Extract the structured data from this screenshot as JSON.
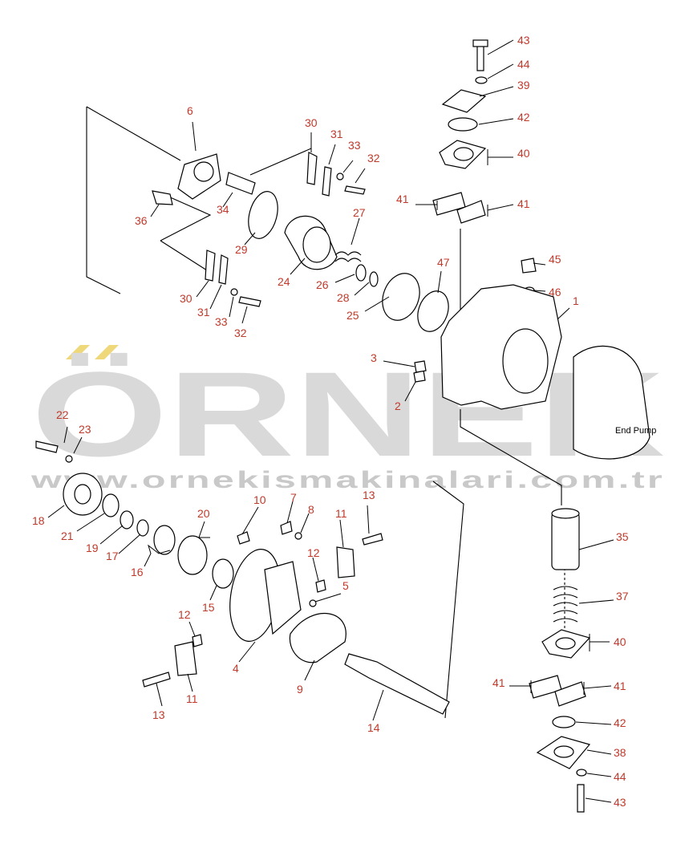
{
  "watermark": {
    "brand": "ÖRNEK",
    "url": "www.ornekismakinalari.com.tr",
    "color": "#d9d9d9",
    "accent": "#e8c840"
  },
  "note": "End Pump",
  "label_color": "#c0392b",
  "callouts": [
    "1",
    "2",
    "3",
    "4",
    "5",
    "6",
    "7",
    "8",
    "9",
    "10",
    "11",
    "11",
    "12",
    "12",
    "13",
    "13",
    "14",
    "15",
    "16",
    "17",
    "18",
    "19",
    "20",
    "21",
    "22",
    "23",
    "24",
    "25",
    "26",
    "27",
    "28",
    "29",
    "30",
    "30",
    "31",
    "31",
    "32",
    "32",
    "33",
    "33",
    "34",
    "35",
    "36",
    "37",
    "38",
    "39",
    "40",
    "40",
    "41",
    "41",
    "41",
    "41",
    "42",
    "42",
    "43",
    "43",
    "44",
    "44",
    "45",
    "46",
    "47"
  ]
}
